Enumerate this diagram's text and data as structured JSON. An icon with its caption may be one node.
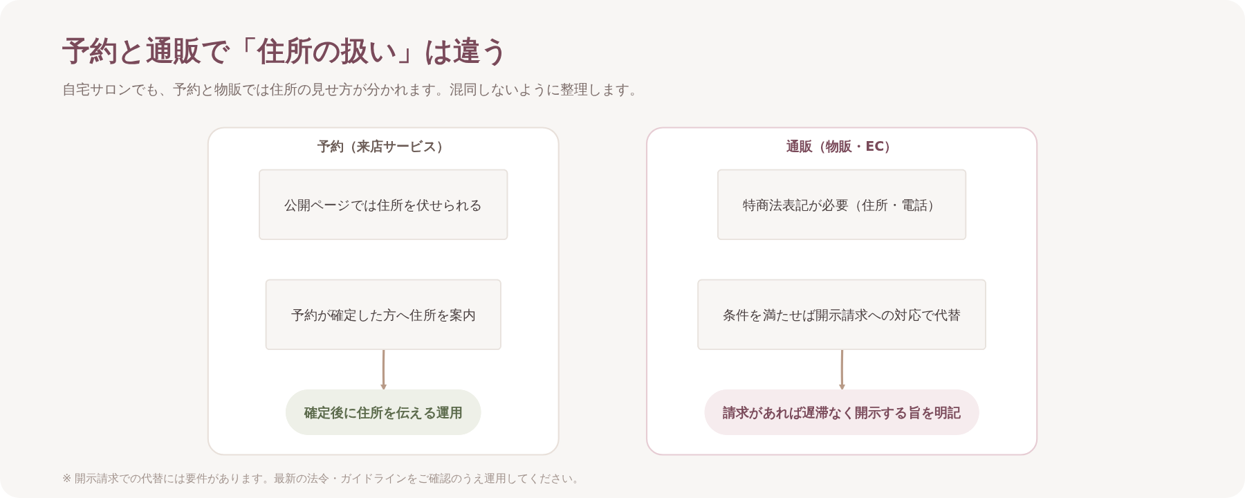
{
  "diagram": {
    "title": "予約と通販で「住所の扱い」は違う",
    "nodes": [
      {
        "text": [
          "予約（来店サービス）"
        ]
      },
      {
        "text": [
          "公開ページでは住所を伏せられる"
        ],
        "in": 0
      },
      {
        "text": [
          "予約が確定した方へ住所を案内"
        ],
        "in": 0
      },
      {
        "text": [
          "確定後に住所を伝える運用"
        ],
        "in": 0
      },
      {
        "text": [
          "通販（物販・EC）"
        ]
      },
      {
        "text": [
          "特商法表記が必要（住所・電話）"
        ],
        "in": 4
      },
      {
        "text": [
          "条件を満たせば開示請求への対応で代替"
        ],
        "in": 4
      },
      {
        "text": [
          "請求があれば遅滞なく開示する旨を明記"
        ],
        "in": 4
      }
    ],
    "edges": [
      {
        "from": 2,
        "to": 3,
        "arrow": "to"
      },
      {
        "from": 6,
        "to": 7,
        "arrow": "to"
      }
    ],
    "labels": [
      "自宅サロンでも、予約と物販では住所の見せ方が分かれます。混同しないように整理します。",
      "※ 開示請求での代替には要件があります。最新の法令・ガイドラインをご確認のうえ運用してください。"
    ]
  }
}
